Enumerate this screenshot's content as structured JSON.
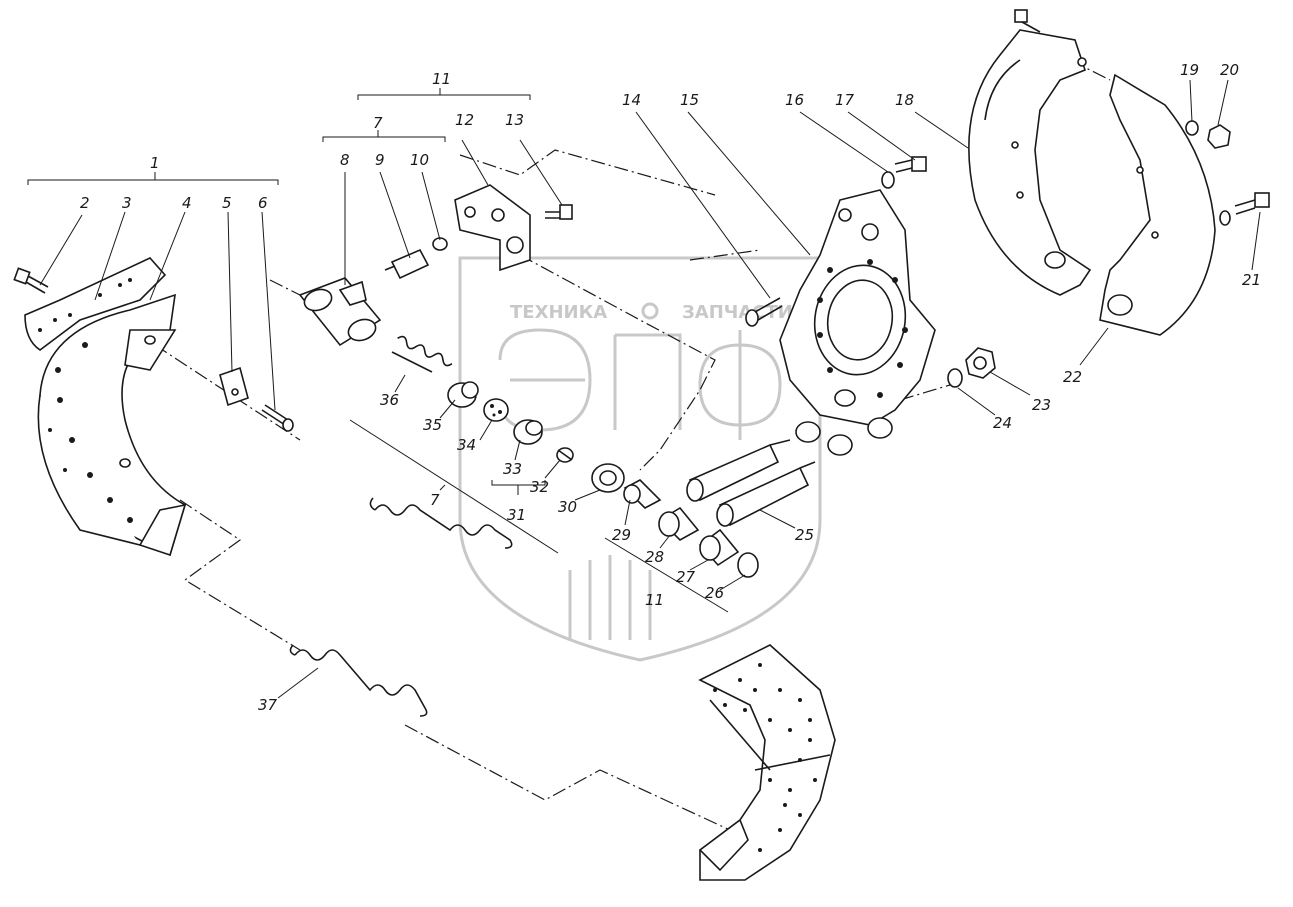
{
  "watermark": {
    "left_text": "ТЕХНИКА",
    "right_text": "ЗАПЧАСТИ",
    "logo_text": "ЭПФ"
  },
  "labels": [
    {
      "id": "1",
      "text": "1"
    },
    {
      "id": "2",
      "text": "2"
    },
    {
      "id": "3",
      "text": "3"
    },
    {
      "id": "4",
      "text": "4"
    },
    {
      "id": "5",
      "text": "5"
    },
    {
      "id": "6",
      "text": "6"
    },
    {
      "id": "7a",
      "text": "7"
    },
    {
      "id": "7b",
      "text": "7"
    },
    {
      "id": "8",
      "text": "8"
    },
    {
      "id": "9",
      "text": "9"
    },
    {
      "id": "10",
      "text": "10"
    },
    {
      "id": "11a",
      "text": "11"
    },
    {
      "id": "11b",
      "text": "11"
    },
    {
      "id": "12",
      "text": "12"
    },
    {
      "id": "13",
      "text": "13"
    },
    {
      "id": "14",
      "text": "14"
    },
    {
      "id": "15",
      "text": "15"
    },
    {
      "id": "16",
      "text": "16"
    },
    {
      "id": "17",
      "text": "17"
    },
    {
      "id": "18",
      "text": "18"
    },
    {
      "id": "19",
      "text": "19"
    },
    {
      "id": "20",
      "text": "20"
    },
    {
      "id": "21",
      "text": "21"
    },
    {
      "id": "22",
      "text": "22"
    },
    {
      "id": "23",
      "text": "23"
    },
    {
      "id": "24",
      "text": "24"
    },
    {
      "id": "25",
      "text": "25"
    },
    {
      "id": "26",
      "text": "26"
    },
    {
      "id": "27",
      "text": "27"
    },
    {
      "id": "28",
      "text": "28"
    },
    {
      "id": "29",
      "text": "29"
    },
    {
      "id": "30",
      "text": "30"
    },
    {
      "id": "31",
      "text": "31"
    },
    {
      "id": "32",
      "text": "32"
    },
    {
      "id": "33",
      "text": "33"
    },
    {
      "id": "34",
      "text": "34"
    },
    {
      "id": "35",
      "text": "35"
    },
    {
      "id": "36",
      "text": "36"
    },
    {
      "id": "37",
      "text": "37"
    }
  ]
}
